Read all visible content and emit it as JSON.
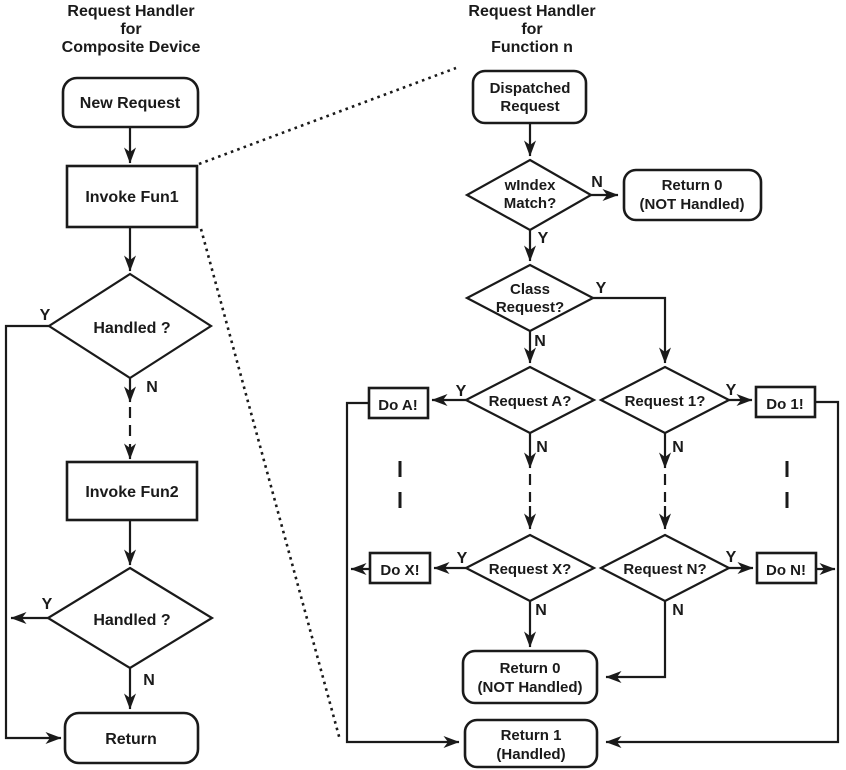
{
  "colors": {
    "ink": "#1a1a1a",
    "bg": "#ffffff"
  },
  "labels": {
    "yes": "Y",
    "no": "N"
  },
  "left": {
    "title": [
      "Request Handler",
      "for",
      "Composite Device"
    ],
    "new_request": "New Request",
    "invoke_fun1": "Invoke Fun1",
    "handled1": "Handled ?",
    "invoke_fun2": "Invoke Fun2",
    "handled2": "Handled ?",
    "return": "Return"
  },
  "right": {
    "title": [
      "Request Handler",
      "for",
      "Function n"
    ],
    "dispatched": [
      "Dispatched",
      "Request"
    ],
    "windex": [
      "wIndex",
      "Match?"
    ],
    "return0_top": [
      "Return 0",
      "(NOT Handled)"
    ],
    "class_req": [
      "Class",
      "Request?"
    ],
    "request_a": "Request A?",
    "do_a": "Do A!",
    "request_1": "Request 1?",
    "do_1": "Do 1!",
    "request_x": "Request X?",
    "do_x": "Do X!",
    "request_n": "Request N?",
    "do_n": "Do N!",
    "return0_bottom": [
      "Return 0",
      "(NOT Handled)"
    ],
    "return1": [
      "Return 1",
      "(Handled)"
    ]
  }
}
